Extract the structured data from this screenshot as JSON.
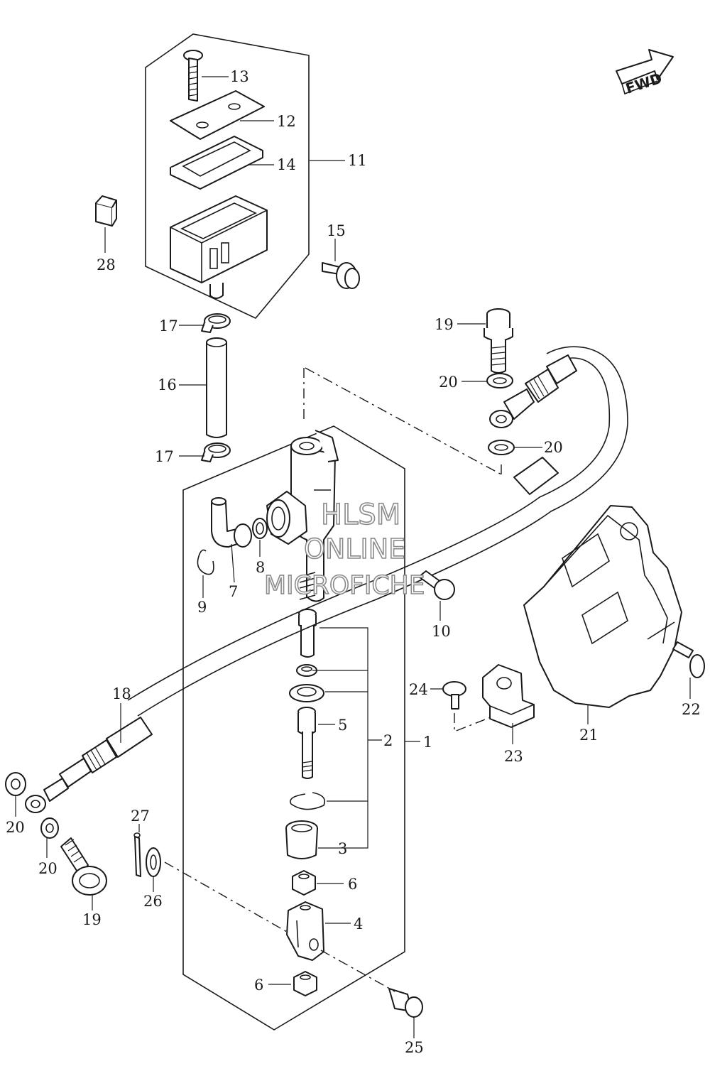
{
  "diagram": {
    "fwd_label": "FWD",
    "watermark": {
      "line1": "HLSM",
      "line2": "ONLINE",
      "line3": "MICROFICHE"
    },
    "callouts": [
      {
        "id": "13",
        "text": "13"
      },
      {
        "id": "12",
        "text": "12"
      },
      {
        "id": "14",
        "text": "14"
      },
      {
        "id": "11",
        "text": "11"
      },
      {
        "id": "28",
        "text": "28"
      },
      {
        "id": "15",
        "text": "15"
      },
      {
        "id": "17a",
        "text": "17"
      },
      {
        "id": "16",
        "text": "16"
      },
      {
        "id": "17b",
        "text": "17"
      },
      {
        "id": "19a",
        "text": "19"
      },
      {
        "id": "20a",
        "text": "20"
      },
      {
        "id": "20b",
        "text": "20"
      },
      {
        "id": "9",
        "text": "9"
      },
      {
        "id": "7",
        "text": "7"
      },
      {
        "id": "8",
        "text": "8"
      },
      {
        "id": "10",
        "text": "10"
      },
      {
        "id": "22",
        "text": "22"
      },
      {
        "id": "24",
        "text": "24"
      },
      {
        "id": "23",
        "text": "23"
      },
      {
        "id": "21",
        "text": "21"
      },
      {
        "id": "18",
        "text": "18"
      },
      {
        "id": "5",
        "text": "5"
      },
      {
        "id": "2",
        "text": "2"
      },
      {
        "id": "1",
        "text": "1"
      },
      {
        "id": "20c",
        "text": "20"
      },
      {
        "id": "20d",
        "text": "20"
      },
      {
        "id": "27",
        "text": "27"
      },
      {
        "id": "3",
        "text": "3"
      },
      {
        "id": "6a",
        "text": "6"
      },
      {
        "id": "26",
        "text": "26"
      },
      {
        "id": "19b",
        "text": "19"
      },
      {
        "id": "4",
        "text": "4"
      },
      {
        "id": "6b",
        "text": "6"
      },
      {
        "id": "25",
        "text": "25"
      }
    ]
  }
}
